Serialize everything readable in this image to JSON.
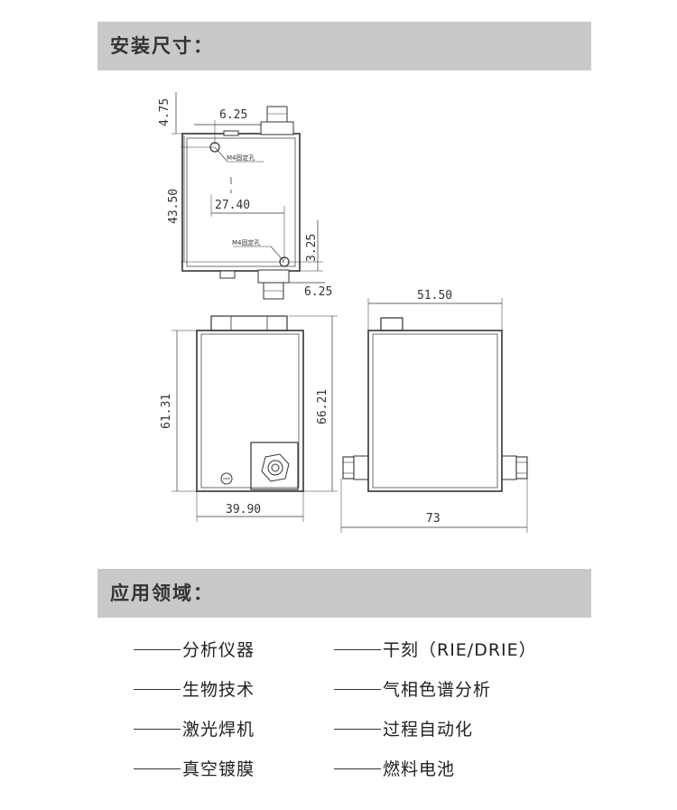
{
  "sections": {
    "dimensions_title": "安装尺寸：",
    "applications_title": "应用领域："
  },
  "drawing": {
    "dims": {
      "top_left_offset": "4.75",
      "top_fitting_offset": "6.25",
      "hole_spacing_v": "43.50",
      "hole_spacing_h": "27.40",
      "bottom_right_offset": "3.25",
      "bottom_fitting_offset": "6.25",
      "front_height_inner": "61.31",
      "front_height_total": "66.21",
      "front_width": "39.90",
      "side_body_width": "51.50",
      "side_total_width": "73"
    },
    "hole_label_top": "M4固定孔",
    "hole_label_bottom": "M4固定孔"
  },
  "applications": {
    "left": [
      "分析仪器",
      "生物技术",
      "激光焊机",
      "真空镀膜"
    ],
    "right": [
      "干刻（RIE/DRIE）",
      "气相色谱分析",
      "过程自动化",
      "燃料电池"
    ]
  }
}
